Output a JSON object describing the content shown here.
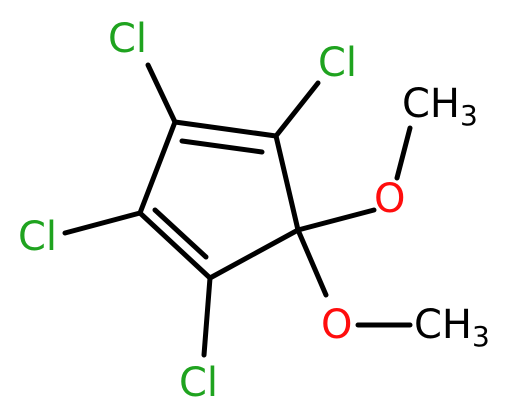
{
  "molecule": {
    "atoms": {
      "cl1": "Cl",
      "cl2": "Cl",
      "cl3": "Cl",
      "cl4": "Cl",
      "o1": "O",
      "o2": "O",
      "ch3_1": "CH",
      "ch3_1_sub": "3",
      "ch3_2": "CH",
      "ch3_2_sub": "3"
    },
    "colors": {
      "bond": "#000000",
      "chlorine": "#1fa31f",
      "oxygen": "#ff0d0d",
      "carbon": "#000000"
    }
  }
}
